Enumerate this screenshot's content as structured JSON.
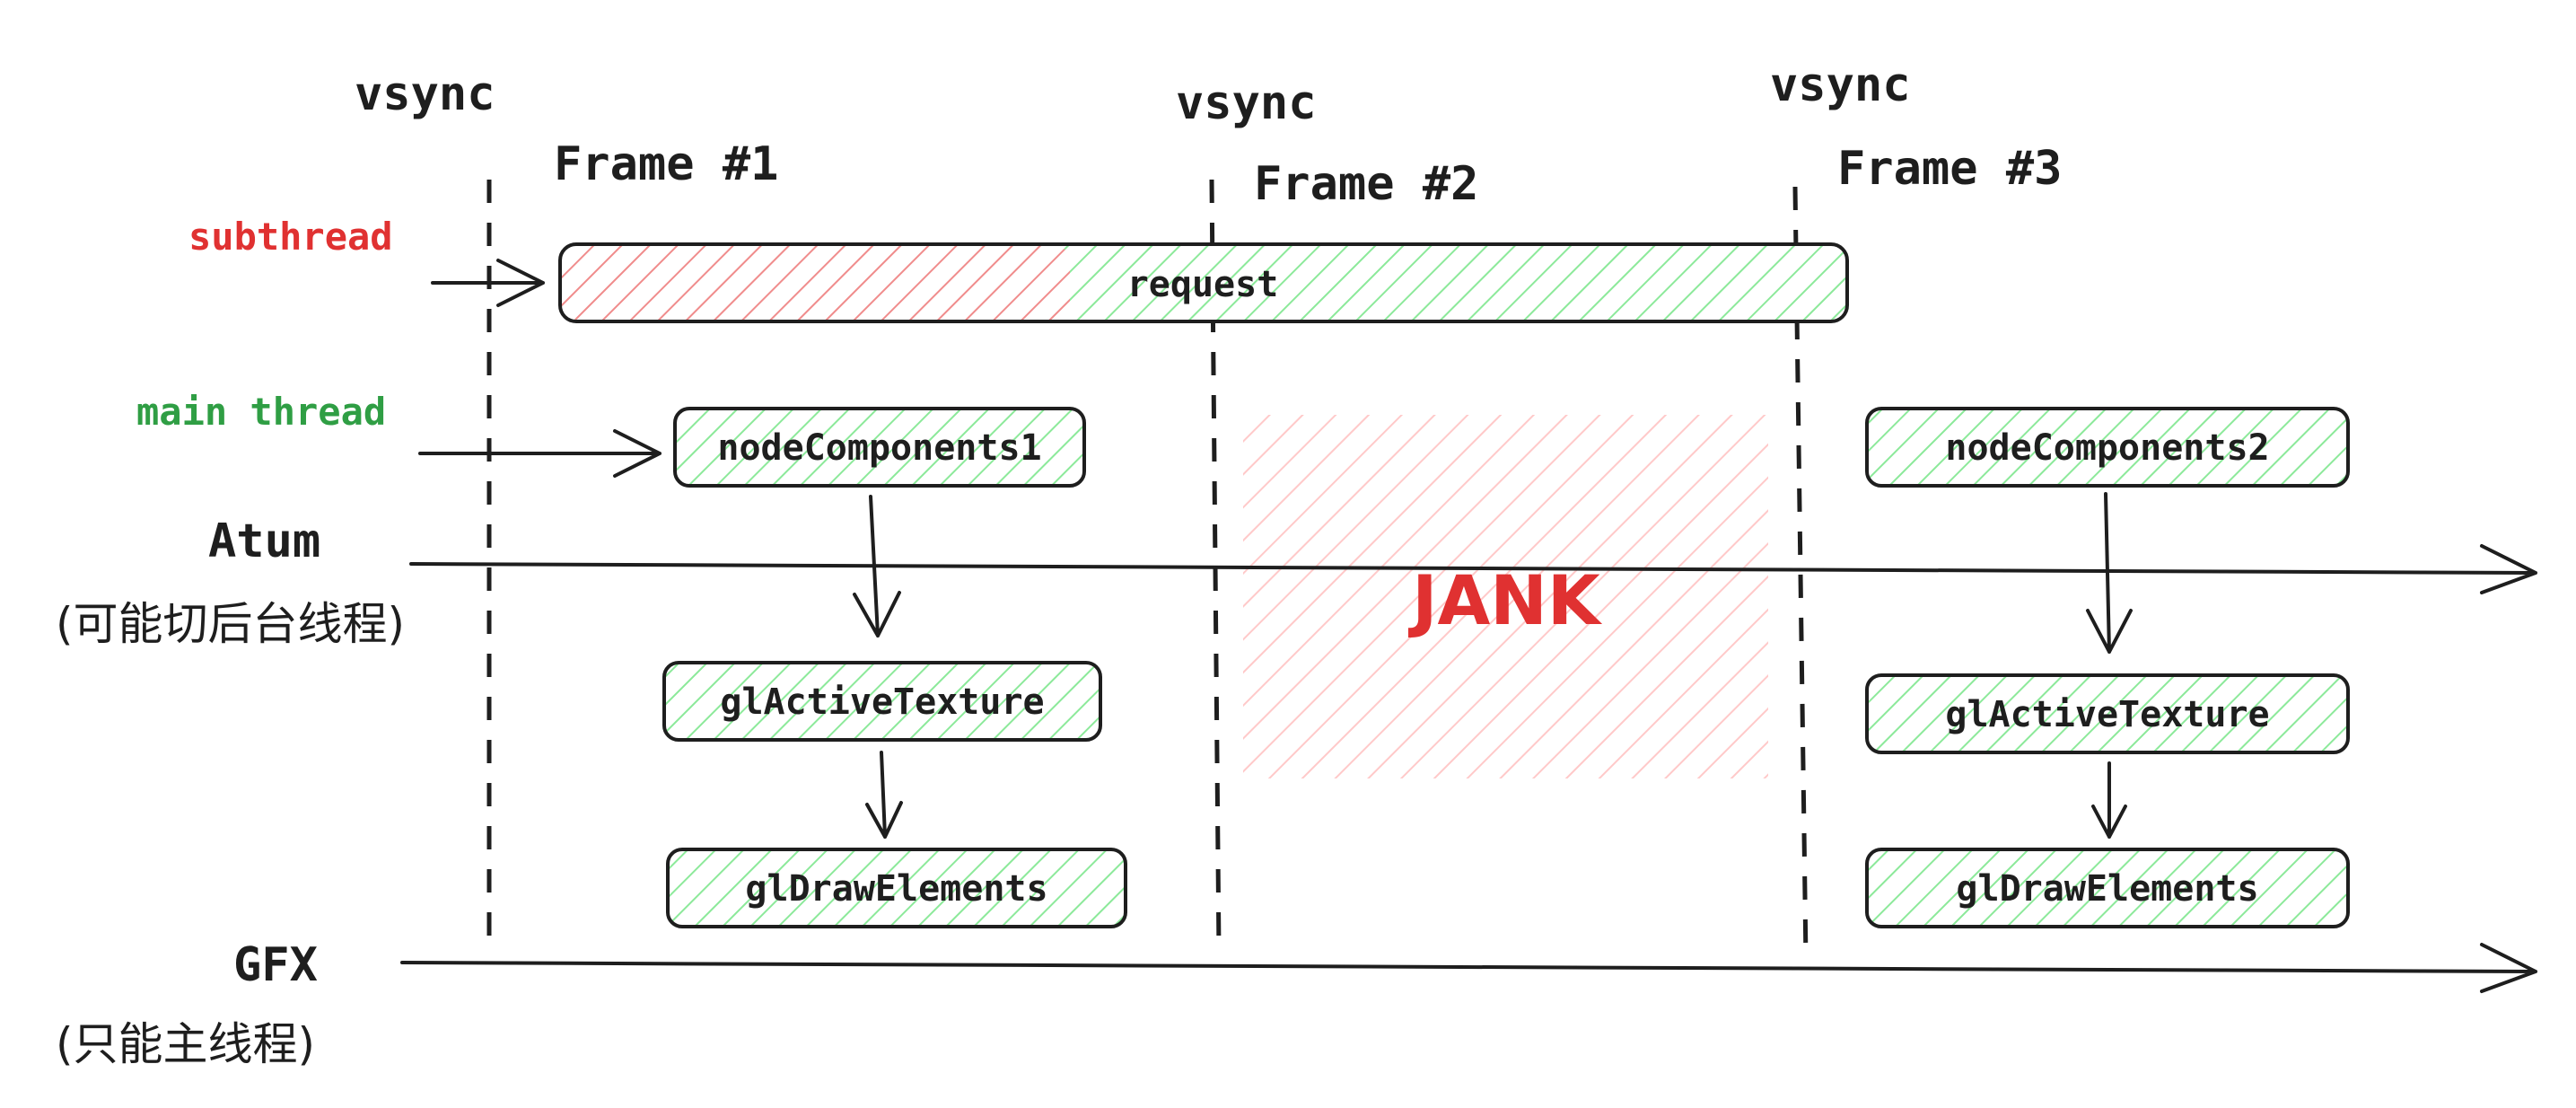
{
  "vsync": [
    {
      "label": "vsync"
    },
    {
      "label": "vsync"
    },
    {
      "label": "vsync"
    }
  ],
  "frames": [
    {
      "label": "Frame #1"
    },
    {
      "label": "Frame #2"
    },
    {
      "label": "Frame #3"
    }
  ],
  "threads": {
    "subthread": "subthread",
    "main_thread": "main thread"
  },
  "tracks": {
    "atum": {
      "name": "Atum",
      "note": "(可能切后台线程)"
    },
    "gfx": {
      "name": "GFX",
      "note": "(只能主线程)"
    }
  },
  "boxes": {
    "request": "request",
    "node_components_1": "nodeComponents1",
    "gl_active_texture_1": "glActiveTexture",
    "gl_draw_elements_1": "glDrawElements",
    "node_components_2": "nodeComponents2",
    "gl_active_texture_2": "glActiveTexture",
    "gl_draw_elements_2": "glDrawElements"
  },
  "jank_label": "JANK",
  "colors": {
    "red_hatch": "#f08c8c",
    "green_hatch": "#8ce99a",
    "jank_fill": "#ffc9c9",
    "red_text": "#e03131",
    "green_text": "#2f9e44",
    "ink": "#1e1e1e"
  }
}
